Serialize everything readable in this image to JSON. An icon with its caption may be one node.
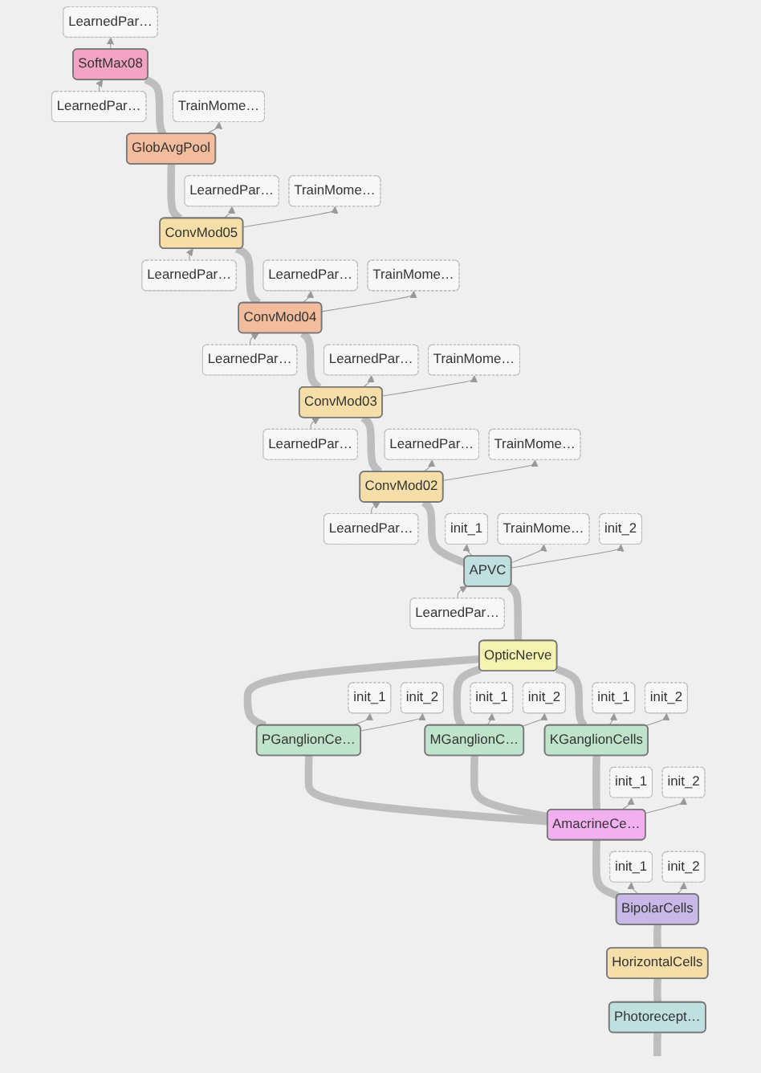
{
  "diagram": {
    "nodes": [
      {
        "text": [
          "LearnedPar…"
        ]
      },
      {
        "text": [
          "SoftMax08"
        ]
      },
      {
        "text": [
          "LearnedPar…"
        ]
      },
      {
        "text": [
          "GlobAvgPool"
        ]
      },
      {
        "text": [
          "TrainMome…"
        ]
      },
      {
        "text": [
          "LearnedPar…"
        ]
      },
      {
        "text": [
          "ConvMod05"
        ]
      },
      {
        "text": [
          "LearnedPar…"
        ]
      },
      {
        "text": [
          "TrainMome…"
        ]
      },
      {
        "text": [
          "LearnedPar…"
        ]
      },
      {
        "text": [
          "ConvMod04"
        ]
      },
      {
        "text": [
          "LearnedPar…"
        ]
      },
      {
        "text": [
          "TrainMome…"
        ]
      },
      {
        "text": [
          "LearnedPar…"
        ]
      },
      {
        "text": [
          "ConvMod03"
        ]
      },
      {
        "text": [
          "LearnedPar…"
        ]
      },
      {
        "text": [
          "TrainMome…"
        ]
      },
      {
        "text": [
          "LearnedPar…"
        ]
      },
      {
        "text": [
          "ConvMod02"
        ]
      },
      {
        "text": [
          "LearnedPar…"
        ]
      },
      {
        "text": [
          "TrainMome…"
        ]
      },
      {
        "text": [
          "LearnedPar…"
        ]
      },
      {
        "text": [
          "APVC"
        ]
      },
      {
        "text": [
          "init_1"
        ]
      },
      {
        "text": [
          "TrainMome…"
        ]
      },
      {
        "text": [
          "init_2"
        ]
      },
      {
        "text": [
          "OpticNerve"
        ]
      },
      {
        "text": [
          "PGanglionCe…"
        ]
      },
      {
        "text": [
          "init_1"
        ]
      },
      {
        "text": [
          "init_2"
        ]
      },
      {
        "text": [
          "MGanglionC…"
        ]
      },
      {
        "text": [
          "init_1"
        ]
      },
      {
        "text": [
          "init_2"
        ]
      },
      {
        "text": [
          "KGanglionCells"
        ]
      },
      {
        "text": [
          "init_1"
        ]
      },
      {
        "text": [
          "init_2"
        ]
      },
      {
        "text": [
          "AmacrineCe…"
        ]
      },
      {
        "text": [
          "init_1"
        ]
      },
      {
        "text": [
          "init_2"
        ]
      },
      {
        "text": [
          "BipolarCells"
        ]
      },
      {
        "text": [
          "init_1"
        ]
      },
      {
        "text": [
          "init_2"
        ]
      },
      {
        "text": [
          "HorizontalCells"
        ]
      },
      {
        "text": [
          "Photorecept…"
        ]
      }
    ],
    "edges": [
      {
        "from": null,
        "to": 43,
        "arrow": "none",
        "style": "thick"
      },
      {
        "from": 43,
        "to": 42,
        "arrow": "none",
        "style": "thick"
      },
      {
        "from": 42,
        "to": 39,
        "arrow": "none",
        "style": "thick"
      },
      {
        "from": 39,
        "to": 36,
        "arrow": "none",
        "style": "thick"
      },
      {
        "from": 36,
        "to": 27,
        "arrow": "none",
        "style": "thick"
      },
      {
        "from": 36,
        "to": 30,
        "arrow": "none",
        "style": "thick"
      },
      {
        "from": 36,
        "to": 33,
        "arrow": "none",
        "style": "thick"
      },
      {
        "from": 27,
        "to": 26,
        "arrow": "none",
        "style": "thick"
      },
      {
        "from": 30,
        "to": 26,
        "arrow": "none",
        "style": "thick"
      },
      {
        "from": 33,
        "to": 26,
        "arrow": "none",
        "style": "thick"
      },
      {
        "from": 26,
        "to": 22,
        "arrow": "none",
        "style": "thick"
      },
      {
        "from": 22,
        "to": 18,
        "arrow": "none",
        "style": "thick"
      },
      {
        "from": 18,
        "to": 14,
        "arrow": "none",
        "style": "thick"
      },
      {
        "from": 14,
        "to": 10,
        "arrow": "none",
        "style": "thick"
      },
      {
        "from": 10,
        "to": 6,
        "arrow": "none",
        "style": "thick"
      },
      {
        "from": 6,
        "to": 3,
        "arrow": "none",
        "style": "thick"
      },
      {
        "from": 3,
        "to": 1,
        "arrow": "none",
        "style": "thick"
      },
      {
        "from": 0,
        "to": 1,
        "arrow": "to"
      },
      {
        "from": 1,
        "to": 2,
        "arrow": "to"
      },
      {
        "from": 3,
        "to": 4,
        "arrow": "to"
      },
      {
        "from": 5,
        "to": 6,
        "arrow": "to"
      },
      {
        "from": 6,
        "to": 7,
        "arrow": "to"
      },
      {
        "from": 6,
        "to": 8,
        "arrow": "to"
      },
      {
        "from": 9,
        "to": 10,
        "arrow": "to"
      },
      {
        "from": 10,
        "to": 11,
        "arrow": "to"
      },
      {
        "from": 10,
        "to": 12,
        "arrow": "to"
      },
      {
        "from": 13,
        "to": 14,
        "arrow": "to"
      },
      {
        "from": 14,
        "to": 15,
        "arrow": "to"
      },
      {
        "from": 14,
        "to": 16,
        "arrow": "to"
      },
      {
        "from": 17,
        "to": 18,
        "arrow": "to"
      },
      {
        "from": 18,
        "to": 19,
        "arrow": "to"
      },
      {
        "from": 18,
        "to": 20,
        "arrow": "to"
      },
      {
        "from": 21,
        "to": 22,
        "arrow": "to"
      },
      {
        "from": 22,
        "to": 23,
        "arrow": "to"
      },
      {
        "from": 22,
        "to": 24,
        "arrow": "to"
      },
      {
        "from": 22,
        "to": 25,
        "arrow": "to"
      },
      {
        "from": 27,
        "to": 28,
        "arrow": "to"
      },
      {
        "from": 27,
        "to": 29,
        "arrow": "to"
      },
      {
        "from": 30,
        "to": 31,
        "arrow": "to"
      },
      {
        "from": 30,
        "to": 32,
        "arrow": "to"
      },
      {
        "from": 33,
        "to": 34,
        "arrow": "to"
      },
      {
        "from": 33,
        "to": 35,
        "arrow": "to"
      },
      {
        "from": 36,
        "to": 37,
        "arrow": "to"
      },
      {
        "from": 36,
        "to": 38,
        "arrow": "to"
      },
      {
        "from": 39,
        "to": 40,
        "arrow": "to"
      },
      {
        "from": 39,
        "to": 41,
        "arrow": "to"
      }
    ]
  }
}
